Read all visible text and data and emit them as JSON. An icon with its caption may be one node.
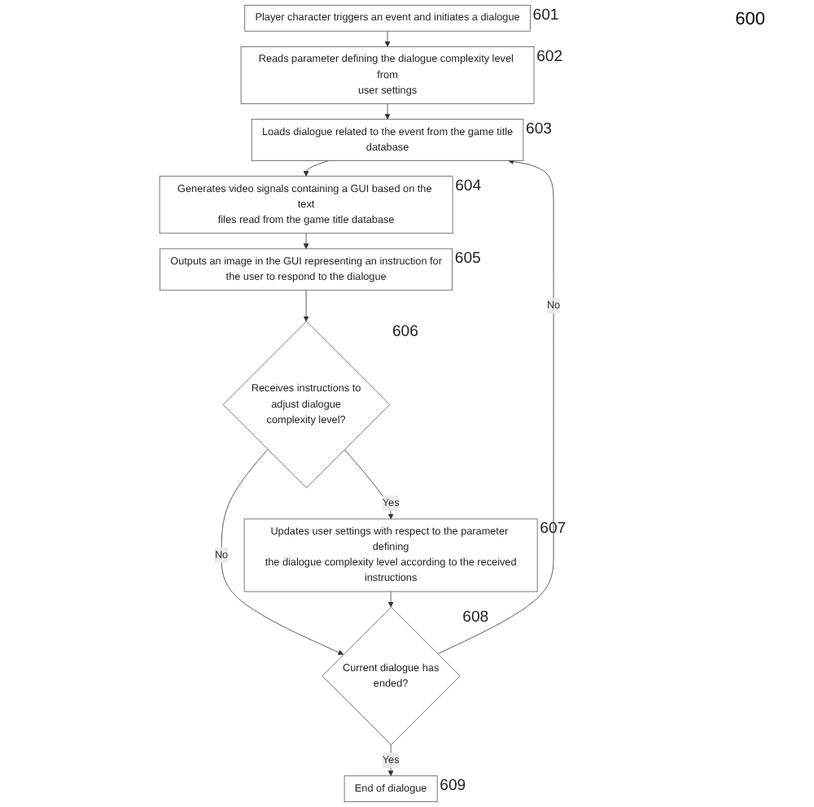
{
  "diagram": {
    "nodes": [
      {
        "text": [
          "Player character triggers an event and initiates a dialogue"
        ],
        "beside": [
          "601"
        ]
      },
      {
        "text": [
          "Reads parameter defining the dialogue complexity level from user settings"
        ],
        "beside": [
          "602"
        ]
      },
      {
        "text": [
          "Loads dialogue related to the event from the game title database"
        ],
        "beside": [
          "603"
        ]
      },
      {
        "text": [
          "Generates video signals containing a GUI based on the text files read from the game title database"
        ],
        "beside": [
          "604"
        ]
      },
      {
        "text": [
          "Outputs an image in the GUI representing an instruction for the user to respond to the dialogue"
        ],
        "beside": [
          "605"
        ]
      },
      {
        "text": [
          "Receives instructions to adjust dialogue complexity level?"
        ],
        "beside": [
          "606"
        ]
      },
      {
        "text": [
          "Updates user settings with respect to the parameter defining the dialogue complexity level according to the received instructions"
        ],
        "beside": [
          "607"
        ]
      },
      {
        "text": [
          "Current dialogue has ended?"
        ],
        "beside": [
          "608"
        ]
      },
      {
        "text": [
          "End of dialogue"
        ],
        "beside": [
          "609"
        ]
      }
    ],
    "edges": [
      {
        "from": 0,
        "to": 1,
        "arrow": "to"
      },
      {
        "from": 1,
        "to": 2,
        "arrow": "to"
      },
      {
        "from": 2,
        "to": 3,
        "arrow": "to"
      },
      {
        "from": 3,
        "to": 4,
        "arrow": "to"
      },
      {
        "from": 4,
        "to": 5,
        "arrow": "to"
      },
      {
        "from": 5,
        "to": 7,
        "arrow": "to",
        "label": "No"
      },
      {
        "from": 5,
        "to": 6,
        "arrow": "to",
        "label": "Yes"
      },
      {
        "from": 6,
        "to": 7,
        "arrow": "to"
      },
      {
        "from": 7,
        "to": 2,
        "arrow": "to",
        "label": "No"
      },
      {
        "from": 7,
        "to": 8,
        "arrow": "to",
        "label": "Yes"
      }
    ],
    "labels": [
      "600"
    ]
  }
}
